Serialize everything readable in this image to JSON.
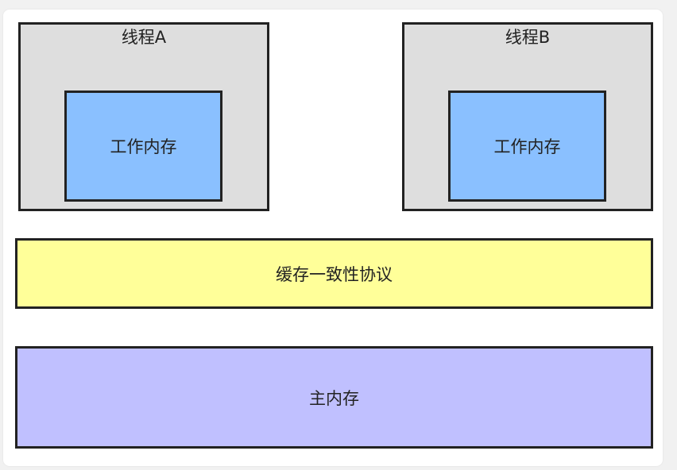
{
  "threads": [
    {
      "title": "线程A",
      "work_memory": "工作内存"
    },
    {
      "title": "线程B",
      "work_memory": "工作内存"
    }
  ],
  "cache_protocol": "缓存一致性协议",
  "main_memory": "主内存",
  "colors": {
    "thread_bg": "#dedede",
    "work_memory_bg": "#8ac0ff",
    "cache_bg": "#ffff99",
    "main_memory_bg": "#c0c0ff",
    "border": "#222222"
  }
}
